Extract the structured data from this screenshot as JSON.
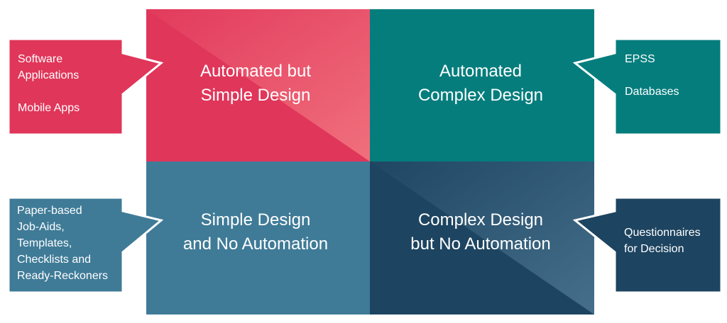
{
  "colors": {
    "crimson": "#E0365A",
    "crimson_light": "#EE6A7A",
    "teal": "#057D7D",
    "steel_blue": "#3F7B97",
    "navy": "#1D4460",
    "navy_light": "#3F6984"
  },
  "quadrants": {
    "top_left": {
      "line1": "Automated but",
      "line2": "Simple Design"
    },
    "top_right": {
      "line1": "Automated",
      "line2": "Complex Design"
    },
    "bottom_left": {
      "line1": "Simple Design",
      "line2": "and No Automation"
    },
    "bottom_right": {
      "line1": "Complex Design",
      "line2": "but No Automation"
    }
  },
  "callouts": {
    "top_left": {
      "item1_line1": "Software",
      "item1_line2": "Applications",
      "item2": "Mobile Apps"
    },
    "top_right": {
      "item1": "EPSS",
      "item2": "Databases"
    },
    "bottom_left": {
      "line1": "Paper-based",
      "line2": "Job-Aids,",
      "line3": "Templates,",
      "line4": "Checklists and",
      "line5": "Ready-Reckoners"
    },
    "bottom_right": {
      "line1": "Questionnaires",
      "line2": "for Decision"
    }
  }
}
